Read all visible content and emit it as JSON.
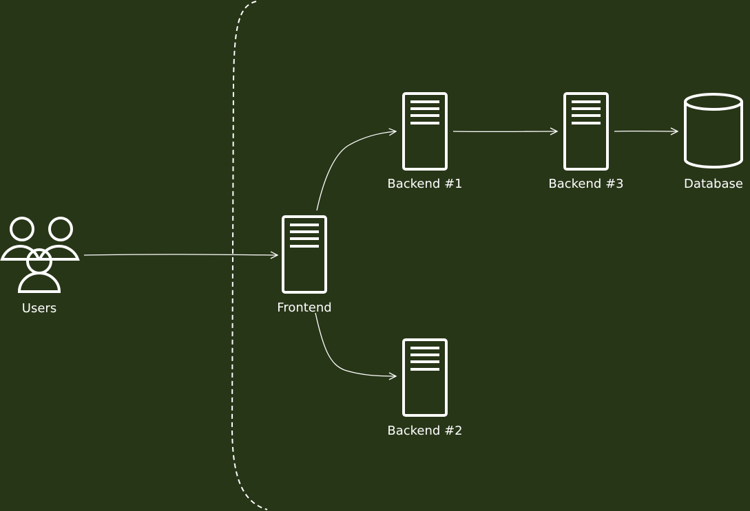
{
  "diagram": {
    "colors": {
      "background": "#283618",
      "foreground": "#ffffff"
    },
    "nodes": {
      "users": {
        "label": "Users",
        "icon": "users-icon"
      },
      "frontend": {
        "label": "Frontend",
        "icon": "server-icon"
      },
      "backend1": {
        "label": "Backend #1",
        "icon": "server-icon"
      },
      "backend2": {
        "label": "Backend #2",
        "icon": "server-icon"
      },
      "backend3": {
        "label": "Backend #3",
        "icon": "server-icon"
      },
      "database": {
        "label": "Database",
        "icon": "database-icon"
      }
    },
    "edges": [
      {
        "from": "users",
        "to": "frontend"
      },
      {
        "from": "frontend",
        "to": "backend1"
      },
      {
        "from": "frontend",
        "to": "backend2"
      },
      {
        "from": "backend1",
        "to": "backend3"
      },
      {
        "from": "backend3",
        "to": "database"
      }
    ]
  }
}
